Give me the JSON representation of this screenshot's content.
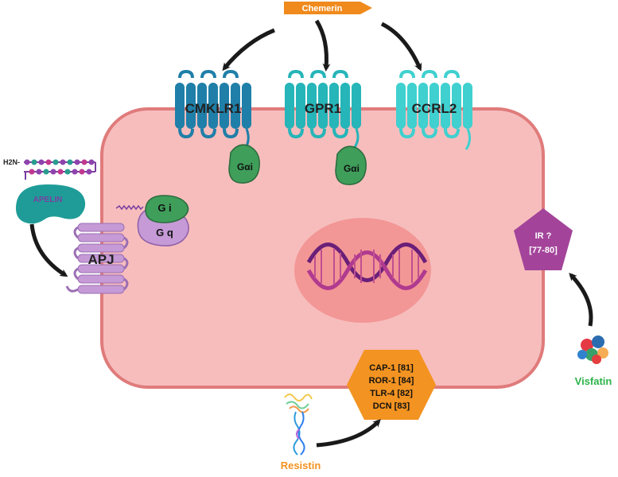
{
  "ligands": {
    "chemerin": "Chemerin",
    "apelin": "APELIN",
    "resistin": "Resistin",
    "visfatin": "Visfatin",
    "h2n": "H2N-"
  },
  "receptors": {
    "cmklr1": "CMKLR1",
    "gpr1": "GPR1",
    "ccrl2": "CCRL2",
    "apj": "APJ"
  },
  "g_proteins": {
    "gai_1": "Gαi",
    "gai_2": "Gαi",
    "gi": "G i",
    "gq": "G q"
  },
  "resistin_receptors": [
    "CAP-1 [81]",
    "ROR-1 [84]",
    "TLR-4 [82]",
    "DCN [83]"
  ],
  "visfatin_receptor": [
    "IR ?",
    "[77-80]"
  ],
  "colors": {
    "cell_fill": "#f7bdbd",
    "cell_border": "#e07b7b",
    "nucleus": "#f28f8f",
    "chemerin_orange": "#f08a1c",
    "cmklr1_blue": "#1f7fa8",
    "gpr1_teal": "#26b5b8",
    "ccrl2_teal": "#3fd0cf",
    "g_green": "#3f9e5a",
    "apj_purple": "#c59ad6",
    "apelin_teal": "#1f9c98",
    "pentagon_purple": "#a3449a",
    "hexagon_orange": "#f39321",
    "visfatin_green": "#2db34a",
    "resistin_orange": "#f39321"
  }
}
